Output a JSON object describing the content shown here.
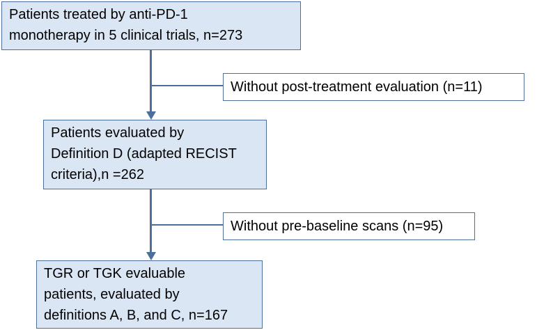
{
  "flow": {
    "box1": {
      "line1": "Patients treated by anti-PD-1",
      "line2": "monotherapy in 5 clinical trials, n=273"
    },
    "exclusion1": "Without post-treatment evaluation (n=11)",
    "box2": {
      "line1": "Patients evaluated by",
      "line2": "Definition D (adapted RECIST",
      "line3": "criteria),n =262"
    },
    "exclusion2": "Without pre-baseline scans (n=95)",
    "box3": {
      "line1": "TGR or TGK evaluable",
      "line2": "patients, evaluated by",
      "line3": "definitions A, B, and C, n=167"
    }
  },
  "colors": {
    "box_fill": "#dbe6f4",
    "border": "#4a6f99",
    "connector": "#4a6f99"
  }
}
